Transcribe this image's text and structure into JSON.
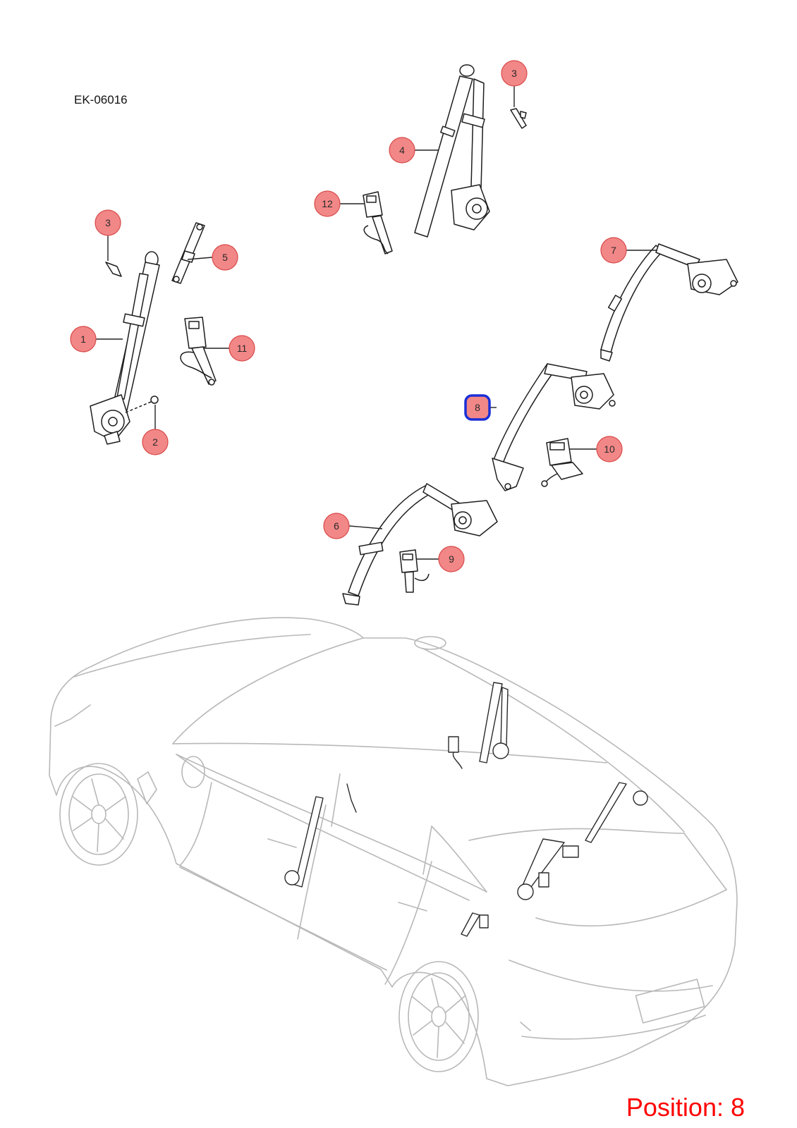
{
  "diagram": {
    "code": "EK-06016"
  },
  "callouts": [
    {
      "label": "3"
    },
    {
      "label": "4"
    },
    {
      "label": "12"
    },
    {
      "label": "3"
    },
    {
      "label": "5"
    },
    {
      "label": "7"
    },
    {
      "label": "1"
    },
    {
      "label": "11"
    },
    {
      "label": "8",
      "highlighted": true
    },
    {
      "label": "2"
    },
    {
      "label": "10"
    },
    {
      "label": "6"
    },
    {
      "label": "9"
    }
  ],
  "position_label": "Position: 8",
  "colors": {
    "callout_fill": "#f28787",
    "callout_stroke": "#d94a4a",
    "highlight": "#1a2fd6",
    "position_text": "#ff0000",
    "car_outline": "#b8b8b8",
    "part_line": "#1e1e1e"
  }
}
